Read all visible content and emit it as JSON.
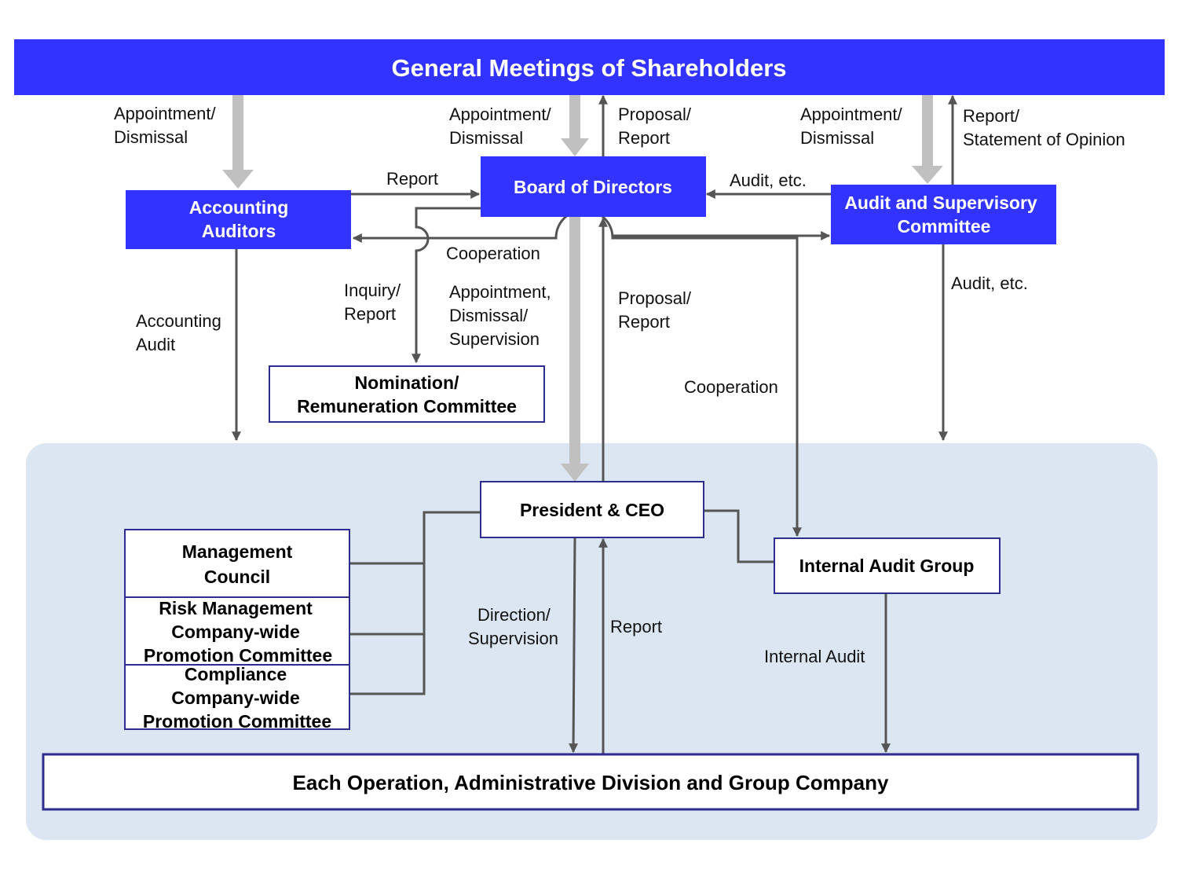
{
  "boxes": {
    "shareholders": "General Meetings of Shareholders",
    "board": "Board of Directors",
    "accounting_auditors": [
      "Accounting",
      "Auditors"
    ],
    "audit_committee": [
      "Audit and Supervisory",
      "Committee"
    ],
    "nomination": [
      "Nomination/",
      "Remuneration Committee"
    ],
    "president": "President & CEO",
    "internal_audit_group": "Internal Audit Group",
    "management_council": [
      "Management",
      "Council"
    ],
    "risk_committee": [
      "Risk Management",
      "Company-wide",
      "Promotion Committee"
    ],
    "compliance_committee": [
      "Compliance",
      "Company-wide",
      "Promotion  Committee"
    ],
    "operations": "Each Operation, Administrative Division and Group Company"
  },
  "labels": {
    "appointment_left": [
      "Appointment/",
      "Dismissal"
    ],
    "appointment_center": [
      "Appointment/",
      "Dismissal"
    ],
    "proposal_top": [
      "Proposal/",
      "Report"
    ],
    "appointment_right": [
      "Appointment/",
      "Dismissal"
    ],
    "report_opinion": [
      "Report/",
      "Statement  of Opinion"
    ],
    "report_acc": "Report",
    "audit_etc_board": "Audit, etc.",
    "cooperation_top": "Cooperation",
    "inquiry": [
      "Inquiry/",
      "Report"
    ],
    "appointment_supervision": [
      "Appointment,",
      "Dismissal/",
      "Supervision"
    ],
    "proposal_mid": [
      "Proposal/",
      "Report"
    ],
    "accounting_audit": [
      "Accounting",
      "Audit"
    ],
    "audit_etc_right": "Audit, etc.",
    "cooperation_right": "Cooperation",
    "direction": [
      "Direction/",
      "Supervision"
    ],
    "report_bottom": "Report",
    "internal_audit": "Internal Audit"
  },
  "colors": {
    "blue_box": "#3333ff",
    "panel": "#dce6f2",
    "border": "#2d2d8f",
    "line": "#555555",
    "thick_arrow": "#c0c0c0"
  }
}
